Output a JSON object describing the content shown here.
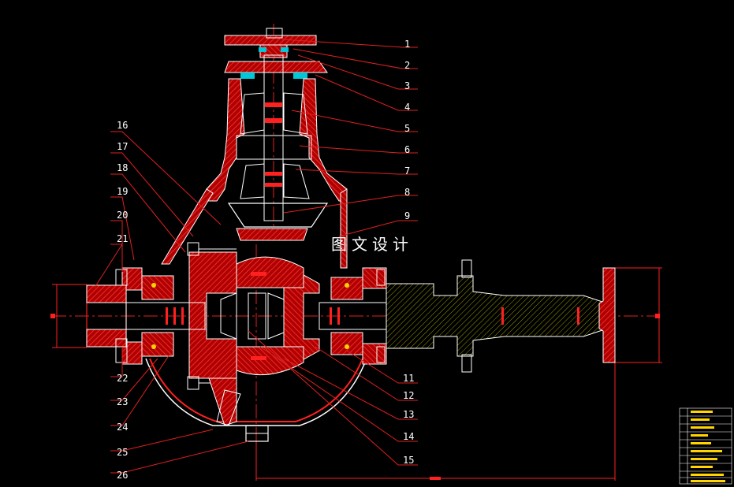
{
  "drawing": {
    "watermark": "图文设计",
    "part_numbers_right": [
      "1",
      "2",
      "3",
      "4",
      "5",
      "6",
      "7",
      "8",
      "9",
      "11",
      "12",
      "13",
      "14",
      "15"
    ],
    "part_numbers_left": [
      "16",
      "17",
      "18",
      "19",
      "20",
      "21",
      "22",
      "23",
      "24",
      "25",
      "26"
    ]
  },
  "colors": {
    "background": "#000000",
    "section": "#d01818",
    "hatch": "#ff3030",
    "outline": "#ffffff",
    "leader": "#e02020",
    "axis": "#e02020",
    "seal": "#00c8d8",
    "ball": "#ffd400",
    "hub_hatch": "#9a9a00"
  }
}
